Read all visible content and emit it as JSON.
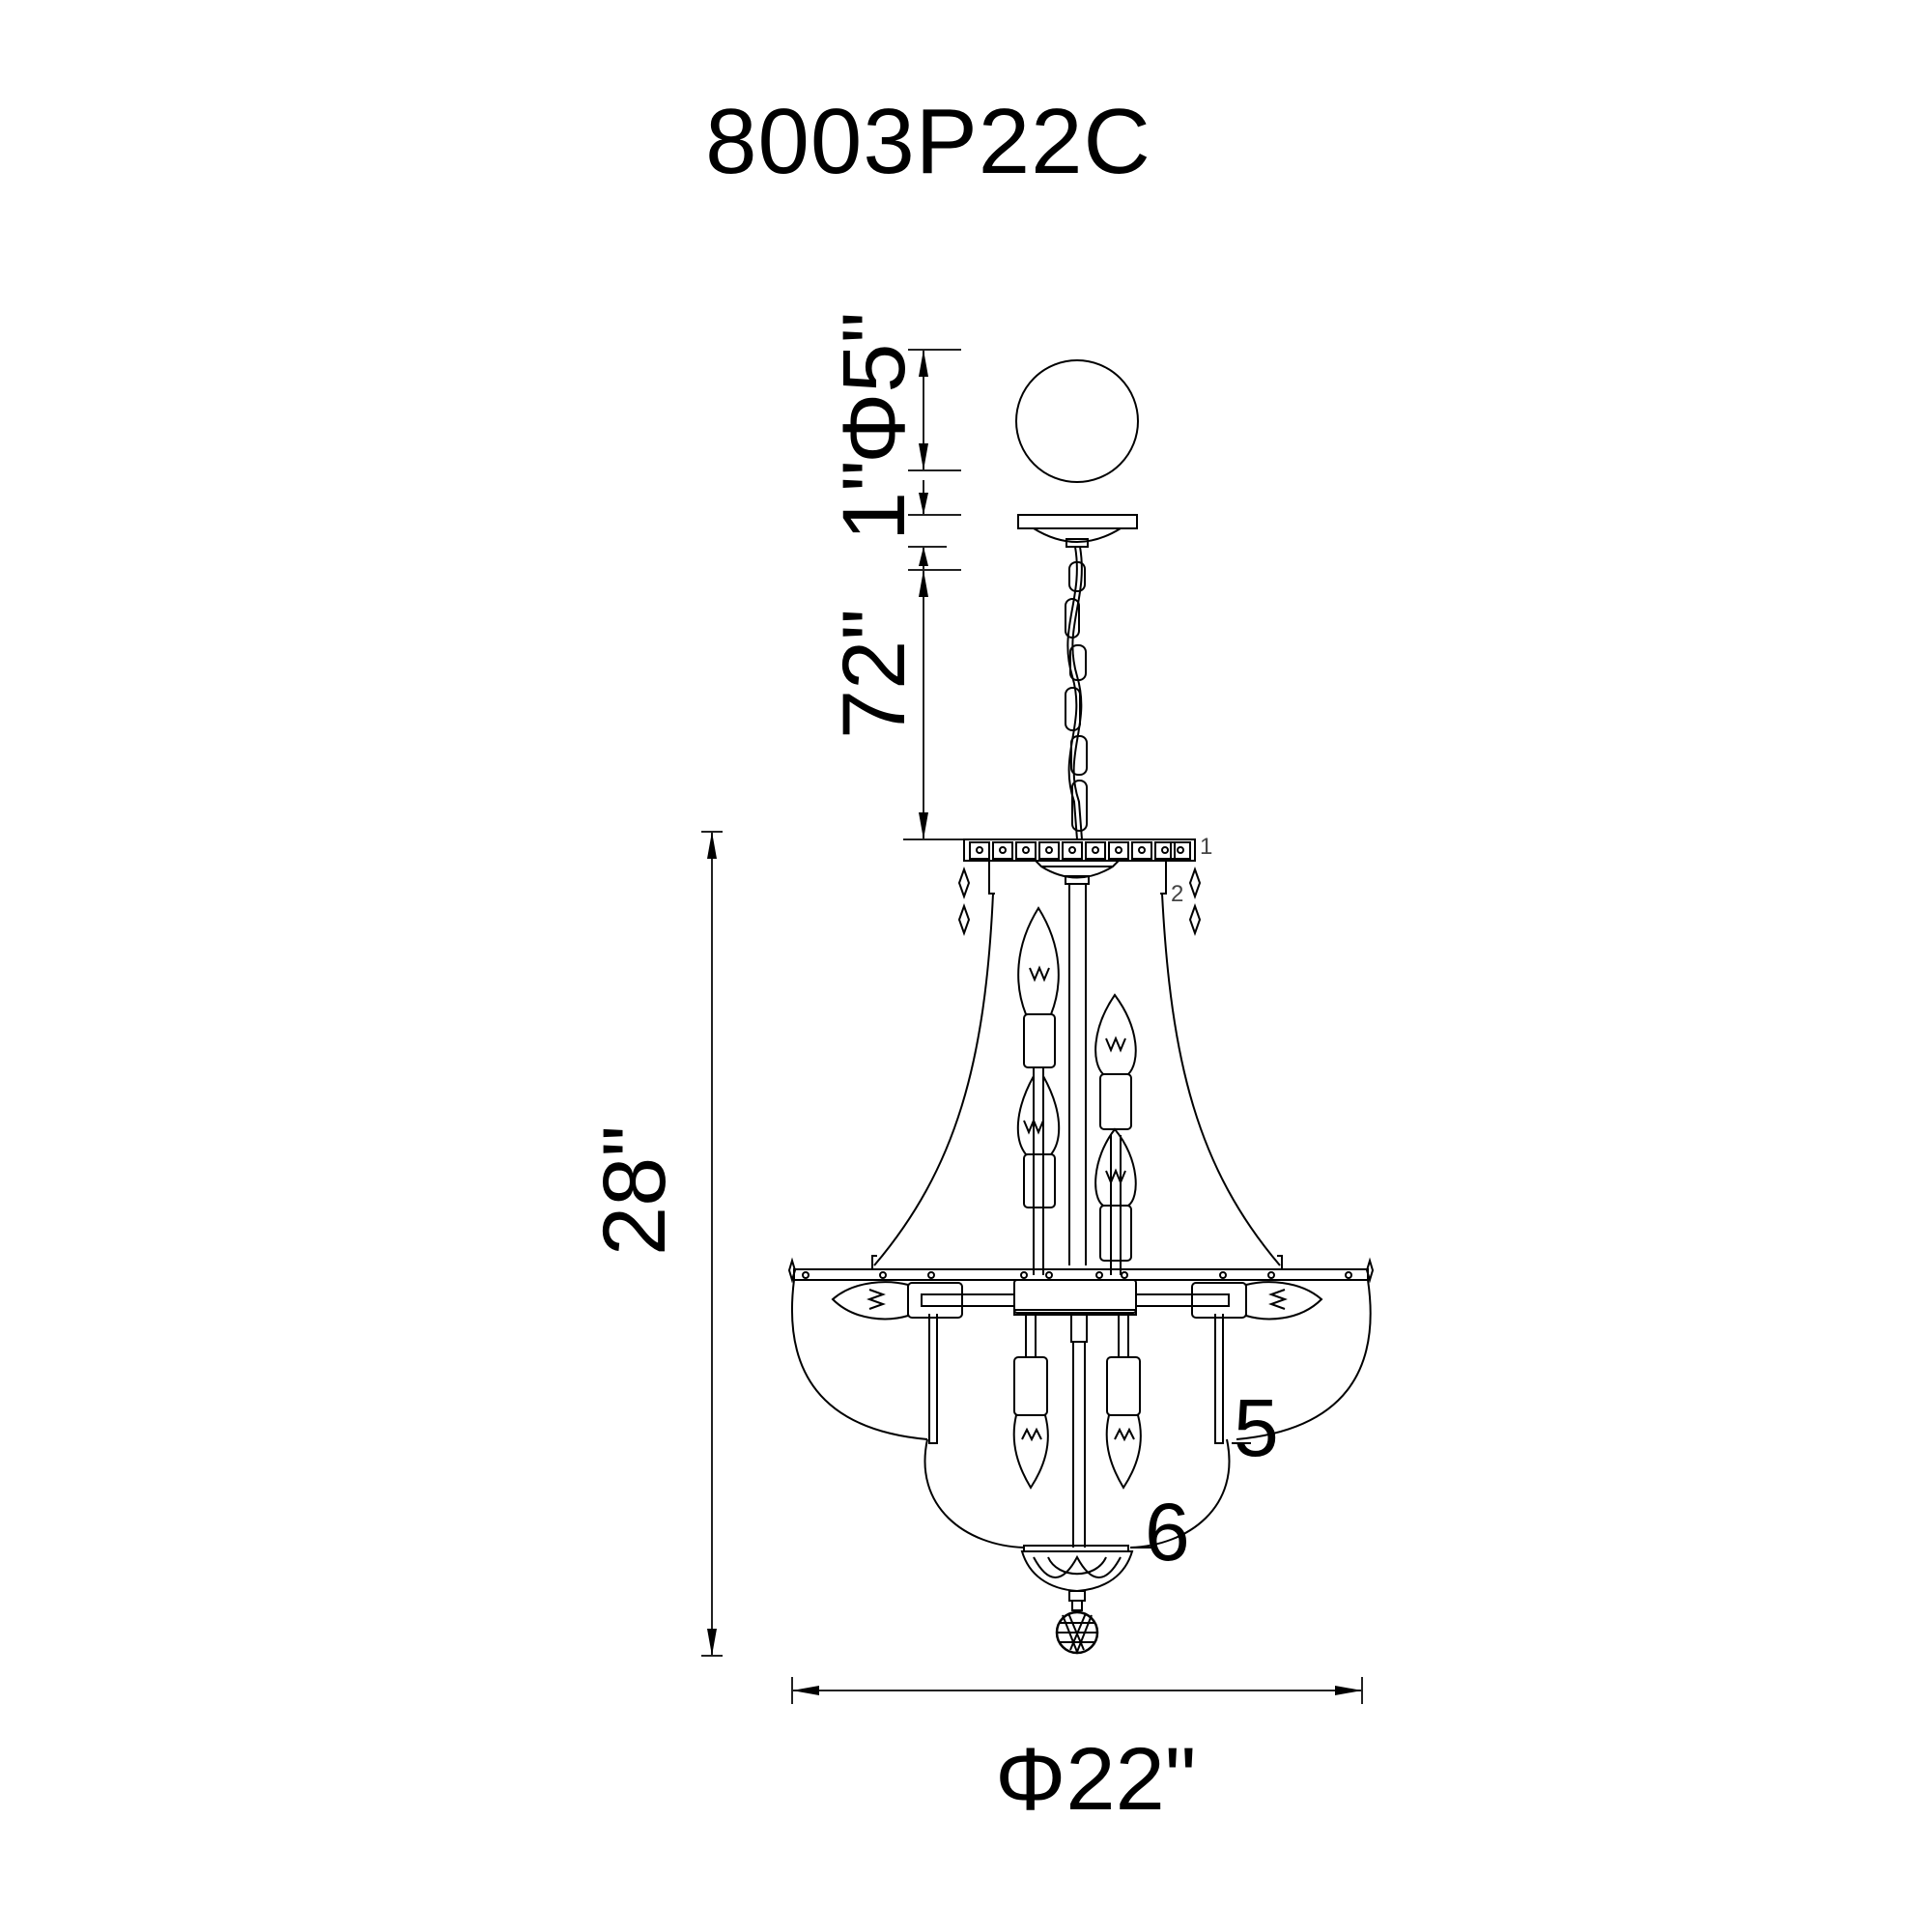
{
  "drawing": {
    "model_number": "8003P22C",
    "type": "chandelier dimension drawing",
    "line_color": "#000000",
    "background_color": "#ffffff"
  },
  "dimensions": {
    "canopy_diameter": "Φ5\"",
    "canopy_height": "1\"",
    "chain_length": "72\"",
    "fixture_height": "28\"",
    "fixture_diameter": "Φ22\""
  },
  "callouts": {
    "c1": "1",
    "c2": "2",
    "c5": "5",
    "c6": "6"
  }
}
